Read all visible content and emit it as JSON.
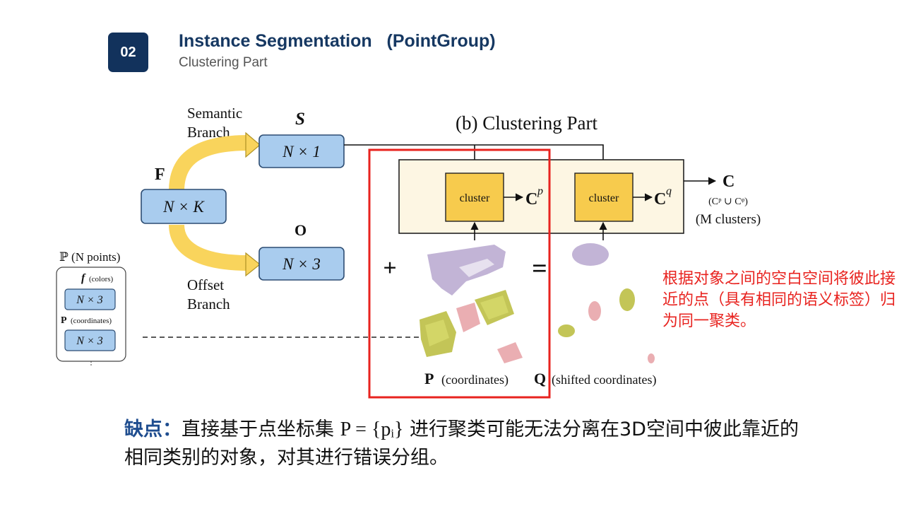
{
  "header": {
    "number": "02",
    "title": "Instance Segmentation   (PointGroup)",
    "subtitle": "Clustering Part"
  },
  "diagram": {
    "heading": "(b) Clustering Part",
    "semantic_branch_line1": "Semantic",
    "semantic_branch_line2": "Branch",
    "offset_branch_line1": "Offset",
    "offset_branch_line2": "Branch",
    "feature_label": "F",
    "feature_box": "N × K",
    "s_label": "S",
    "s_box": "N × 1",
    "o_label": "O",
    "o_box": "N × 3",
    "cluster1": "cluster",
    "cluster2": "cluster",
    "cp": "C",
    "cp_sup": "p",
    "cq": "C",
    "cq_sup": "q",
    "c_out": "C",
    "c_union": "(Cᵖ ∪ Cᵠ)",
    "m_clusters": "(M clusters)",
    "plus": "+",
    "equals": "=",
    "p_coord_bold": "P",
    "p_coord_text": "(coordinates)",
    "q_coord_bold": "Q",
    "q_coord_text": "(shifted coordinates)",
    "input_title": "ℙ (N points)",
    "input_f": "f",
    "input_f_text": "(colors)",
    "input_f_box": "N × 3",
    "input_p": "P",
    "input_p_text": "(coordinates)",
    "input_p_box": "N × 3"
  },
  "note": "根据对象之间的空白空间将彼此接近的点（具有相同的语义标签）归为同一聚类。",
  "drawback": {
    "label": "缺点",
    "colon": "：",
    "text_before": "直接基于点坐标集 ",
    "math": "P = {pᵢ}",
    "text_after": " 进行聚类可能无法分离在3D空间中彼此靠近的相同类别的对象，对其进行错误分组。"
  },
  "colors": {
    "navy": "#12325c",
    "box_blue": "#a9ccee",
    "cluster_yellow": "#f7cb4d",
    "panel_bg": "#fdf6e3",
    "arrow_yellow": "#f9d45c",
    "red": "#e8231f",
    "purple_points": "#b7a7cf",
    "olive_points": "#b9bb3a",
    "pink_points": "#e6a0a4"
  }
}
